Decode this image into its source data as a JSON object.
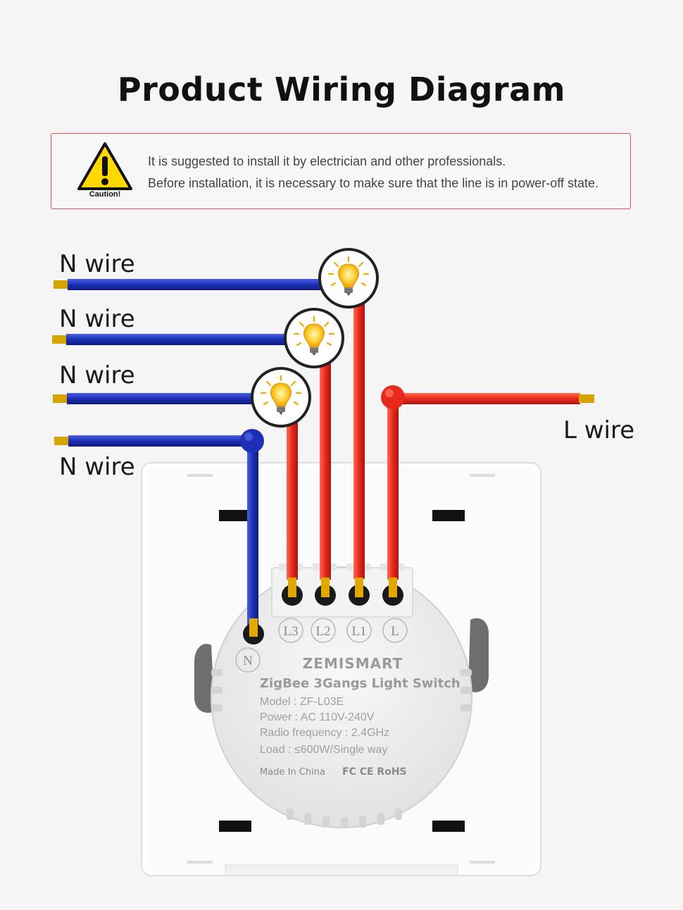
{
  "title": "Product Wiring Diagram",
  "caution": {
    "label": "Caution!",
    "line1": "It is suggested to install it by electrician and other professionals.",
    "line2": "Before installation, it is necessary to make sure that the line is in power-off state."
  },
  "wires": {
    "n_wire_1": "N wire",
    "n_wire_2": "N wire",
    "n_wire_3": "N wire",
    "n_wire_4": "N wire",
    "l_wire": "L wire"
  },
  "terminals": {
    "l3": "L3",
    "l2": "L2",
    "l1": "L1",
    "l": "L",
    "n": "N"
  },
  "device": {
    "brand": "ZEMISMART",
    "name": "ZigBee 3Gangs Light Switch",
    "model": "Model : ZF-L03E",
    "power": "Power : AC 110V-240V",
    "radio": "Radio frequency : 2.4GHz",
    "load": "Load : ≤600W/Single way",
    "made_in": "Made In China",
    "certifications": "FC CE RoHS"
  },
  "colors": {
    "neutral_wire": "#1c2fb5",
    "live_wire": "#e8281c",
    "caution_border": "#d9534f",
    "warning_yellow": "#ffd800"
  }
}
